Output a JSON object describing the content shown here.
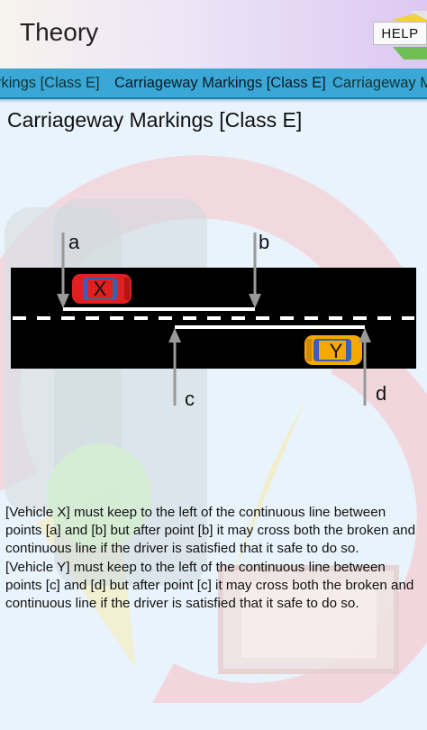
{
  "app": {
    "title": "Theory",
    "help_label": "HELP"
  },
  "tabs": [
    {
      "label": "Road Markings [Class E]",
      "visible_fragment": "rkings [Class E]"
    },
    {
      "label": "Carriageway Markings [Class E]",
      "active": true
    },
    {
      "label": "Carriageway Markings [Class E]",
      "visible_fragment": "Carriageway M"
    }
  ],
  "content": {
    "heading": "Carriageway Markings [Class E]",
    "diagram": {
      "vehicle_x": "X",
      "vehicle_y": "Y",
      "point_a": "a",
      "point_b": "b",
      "point_c": "c",
      "point_d": "d"
    },
    "paragraphs": [
      "[Vehicle X] must keep to the left of the continuous line between points [a] and [b] but after point [b] it may cross both the broken and continuous line if the driver is satisfied that it safe to do so.",
      "[Vehicle Y] must keep to the left of the continuous line between points [c] and [d] but after point [c] it may cross both the broken and continuous line if the driver is satisfied that it safe to do so."
    ]
  },
  "colors": {
    "appbar_start": "#f7f3ee",
    "appbar_end": "#dcc8f2",
    "tab_bar": "#3aa7d6",
    "road": "#000000",
    "car_x": "#e02020",
    "car_y": "#f5a800",
    "page_bg": "#e9f3fb"
  }
}
